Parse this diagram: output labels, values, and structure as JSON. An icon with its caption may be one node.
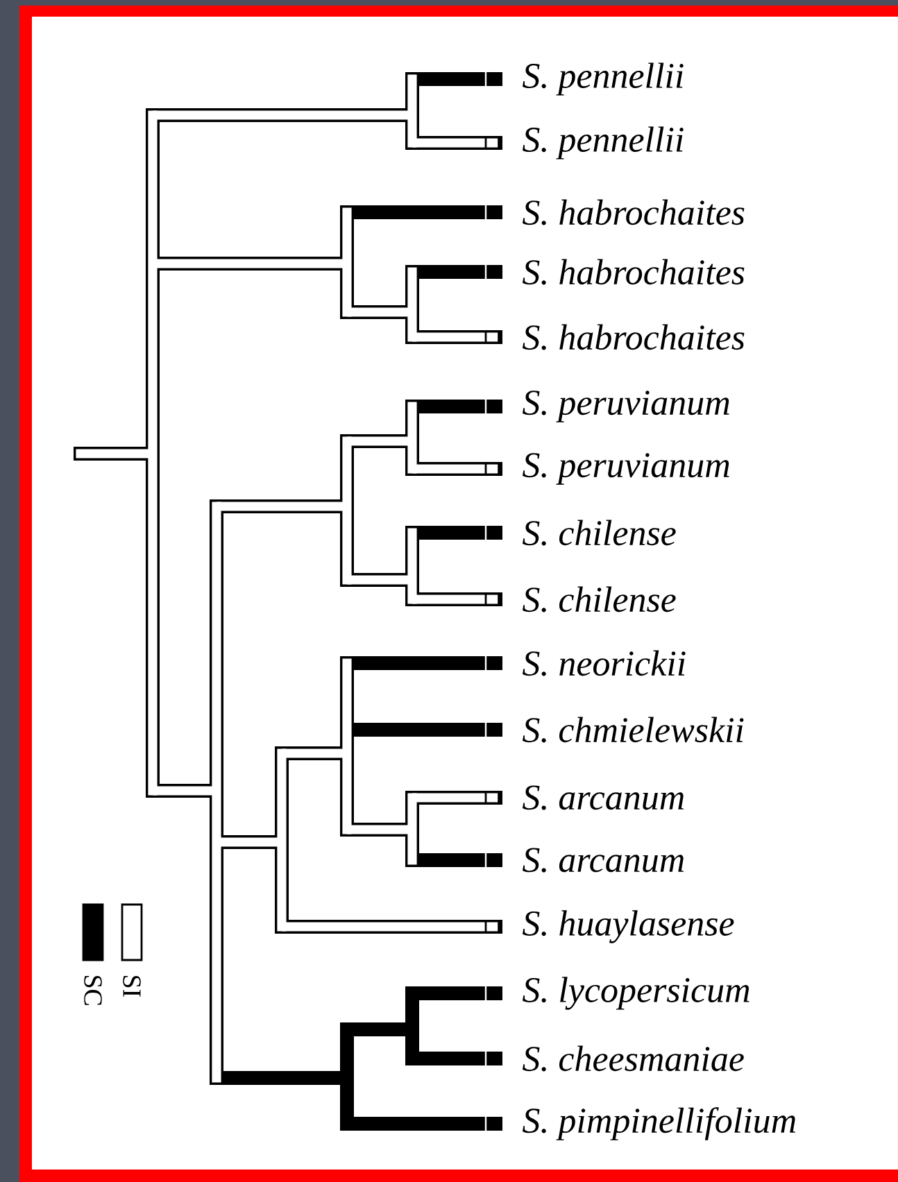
{
  "diagram": {
    "labels": [
      "S. pennellii",
      "S. pennellii",
      "S. habrochaites",
      "S. habrochaites",
      "S. habrochaites",
      "S. peruvianum",
      "S. peruvianum",
      "S. chilense",
      "S. chilense",
      "S. neorickii",
      "S. chmielewskii",
      "S. arcanum",
      "S. arcanum",
      "S. huaylasense",
      "S. lycopersicum",
      "S. cheesmaniae",
      "S. pimpinellifolium"
    ],
    "legend": [
      {
        "text": "SC",
        "color": "#000000"
      },
      {
        "text": "SI",
        "color": "#ffffff"
      }
    ]
  }
}
